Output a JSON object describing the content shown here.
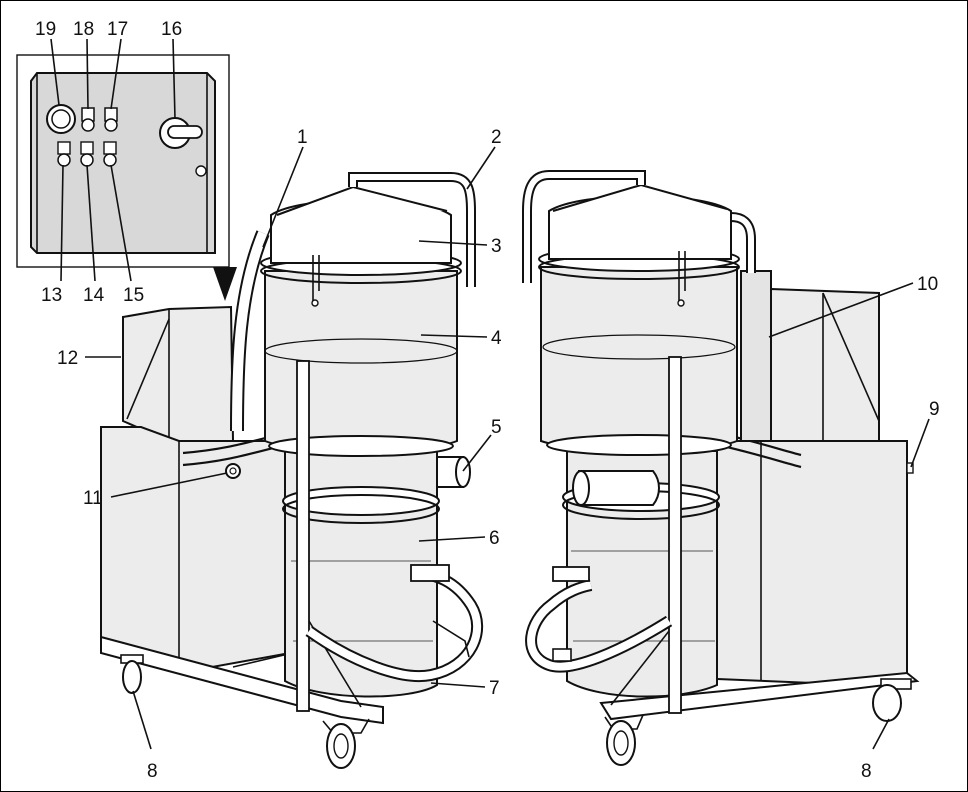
{
  "callouts": {
    "c1": "1",
    "c2": "2",
    "c3": "3",
    "c4": "4",
    "c5": "5",
    "c6": "6",
    "c7": "7",
    "c8_left": "8",
    "c8_right": "8",
    "c9": "9",
    "c10": "10",
    "c11": "11",
    "c12": "12",
    "c13": "13",
    "c14": "14",
    "c15": "15",
    "c16": "16",
    "c17": "17",
    "c18": "18",
    "c19": "19"
  },
  "colors": {
    "line": "#111111",
    "housing": "#d8d8d8",
    "tank": "#ececec",
    "background": "#ffffff"
  }
}
